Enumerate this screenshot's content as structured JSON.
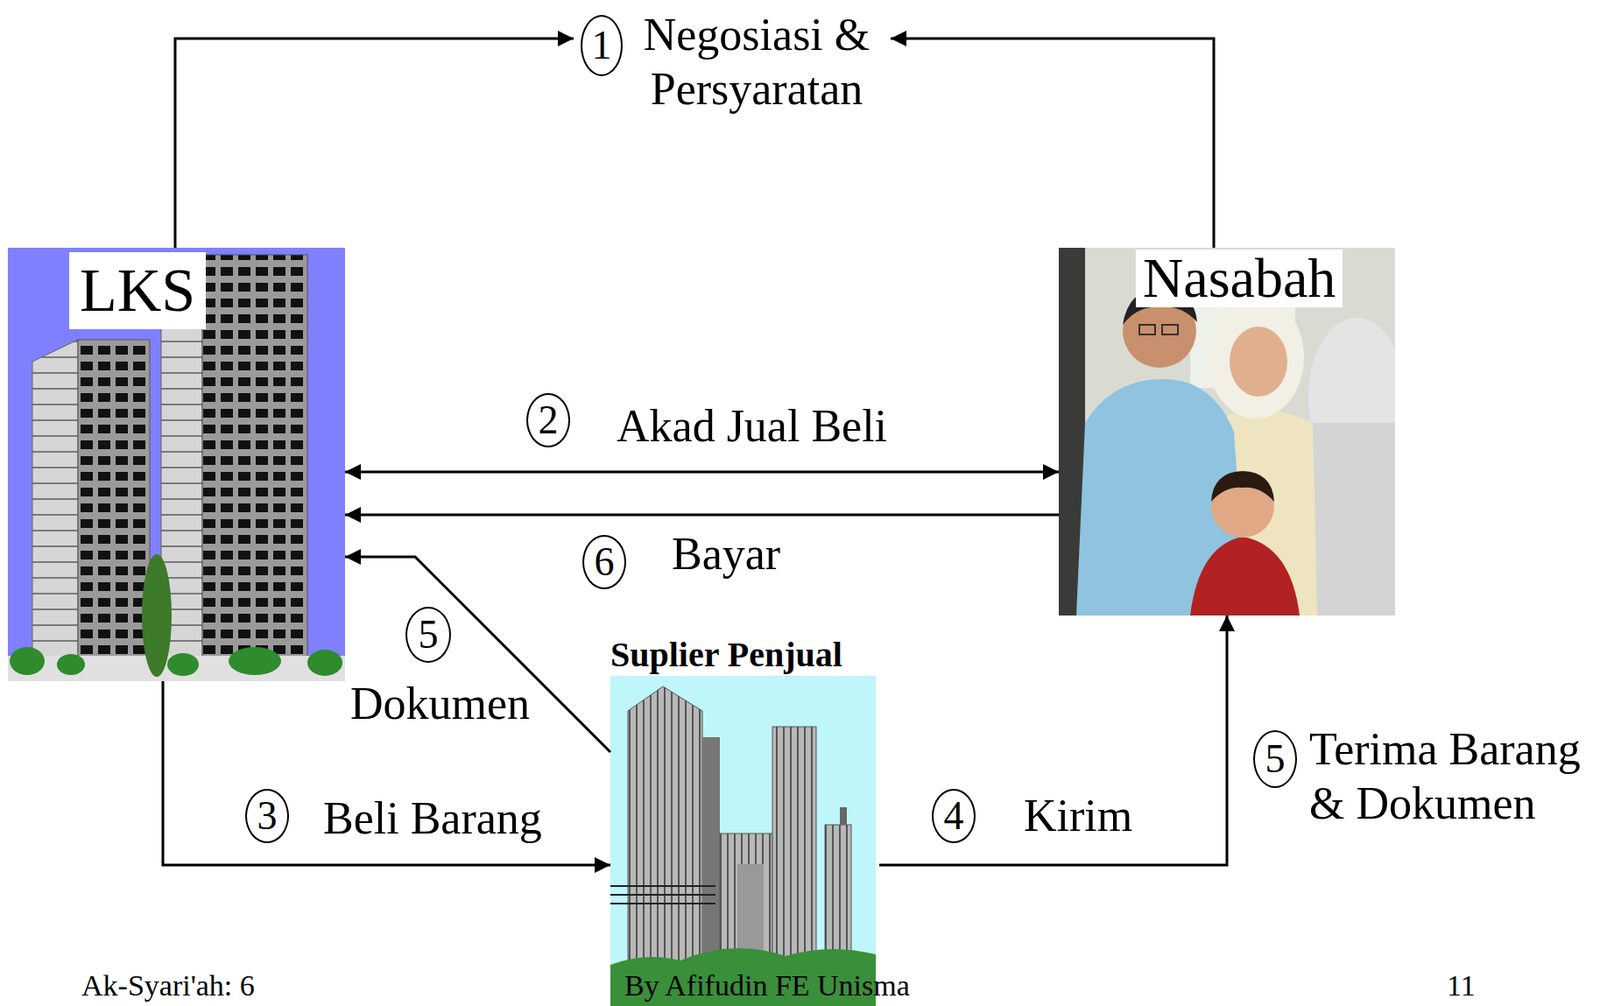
{
  "diagram": {
    "nodes": [
      {
        "text": [
          "Negosiasi & Persyaratan"
        ]
      },
      {
        "text": [
          "LKS"
        ]
      },
      {
        "text": [
          "Nasabah"
        ]
      },
      {
        "text": [
          "Suplier Penjual"
        ]
      }
    ],
    "edges": [
      {
        "from": 1,
        "to": 0,
        "arrow": "to"
      },
      {
        "from": 2,
        "to": 0,
        "arrow": "to"
      },
      {
        "from": 1,
        "to": 2,
        "label": "Akad Jual Beli",
        "arrow": "both"
      },
      {
        "from": 2,
        "to": 1,
        "label": "Bayar",
        "arrow": "to"
      },
      {
        "from": 1,
        "to": 3,
        "label": "Beli Barang",
        "arrow": "to"
      },
      {
        "from": 3,
        "to": 1,
        "label": "Dokumen",
        "arrow": "to"
      },
      {
        "from": 3,
        "to": 2,
        "label": "Kirim",
        "arrow": "to"
      }
    ],
    "labels": [
      "1",
      "2",
      "6",
      "5",
      "3",
      "4",
      "5",
      "Terima Barang & Dokumen",
      "Ak-Syari'ah: 6",
      "By Afifudin FE Unisma",
      "11"
    ]
  }
}
